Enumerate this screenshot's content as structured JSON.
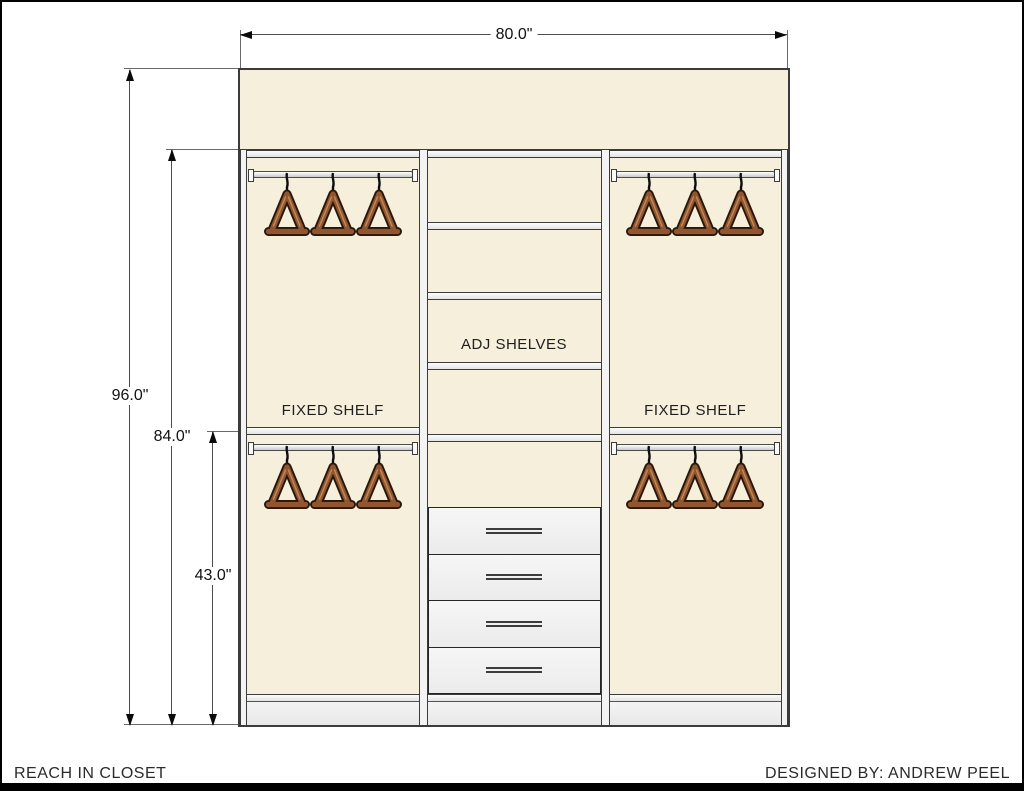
{
  "drawing": {
    "title": "REACH IN CLOSET",
    "credit": "DESIGNED BY: ANDREW PEEL"
  },
  "dimensions": {
    "overall_width": "80.0\"",
    "overall_height": "96.0\"",
    "unit_height": "84.0\"",
    "rod_height": "43.0\""
  },
  "labels": {
    "adj_shelves": "ADJ SHELVES",
    "fixed_shelf_left": "FIXED SHELF",
    "fixed_shelf_right": "FIXED SHELF"
  },
  "closet": {
    "adjustable_shelves_middle": 5,
    "drawer_count": 4,
    "rods_per_side_section": 2,
    "hangers_per_rod": 3
  },
  "icons": {
    "hanger": "hanger-icon",
    "dimension_arrow": "dimension-arrow-icon"
  },
  "colors": {
    "panel_cream": "#F5EFDC",
    "shelf_white": "#F4F4F4",
    "drawer_front": "#F1F1F1",
    "toe_kick": "#EDEDED",
    "outline": "#3B3B3B",
    "hanger_wood": "#91562F",
    "hanger_outline": "#2A170B",
    "dimension_line": "#4D4D4D"
  }
}
